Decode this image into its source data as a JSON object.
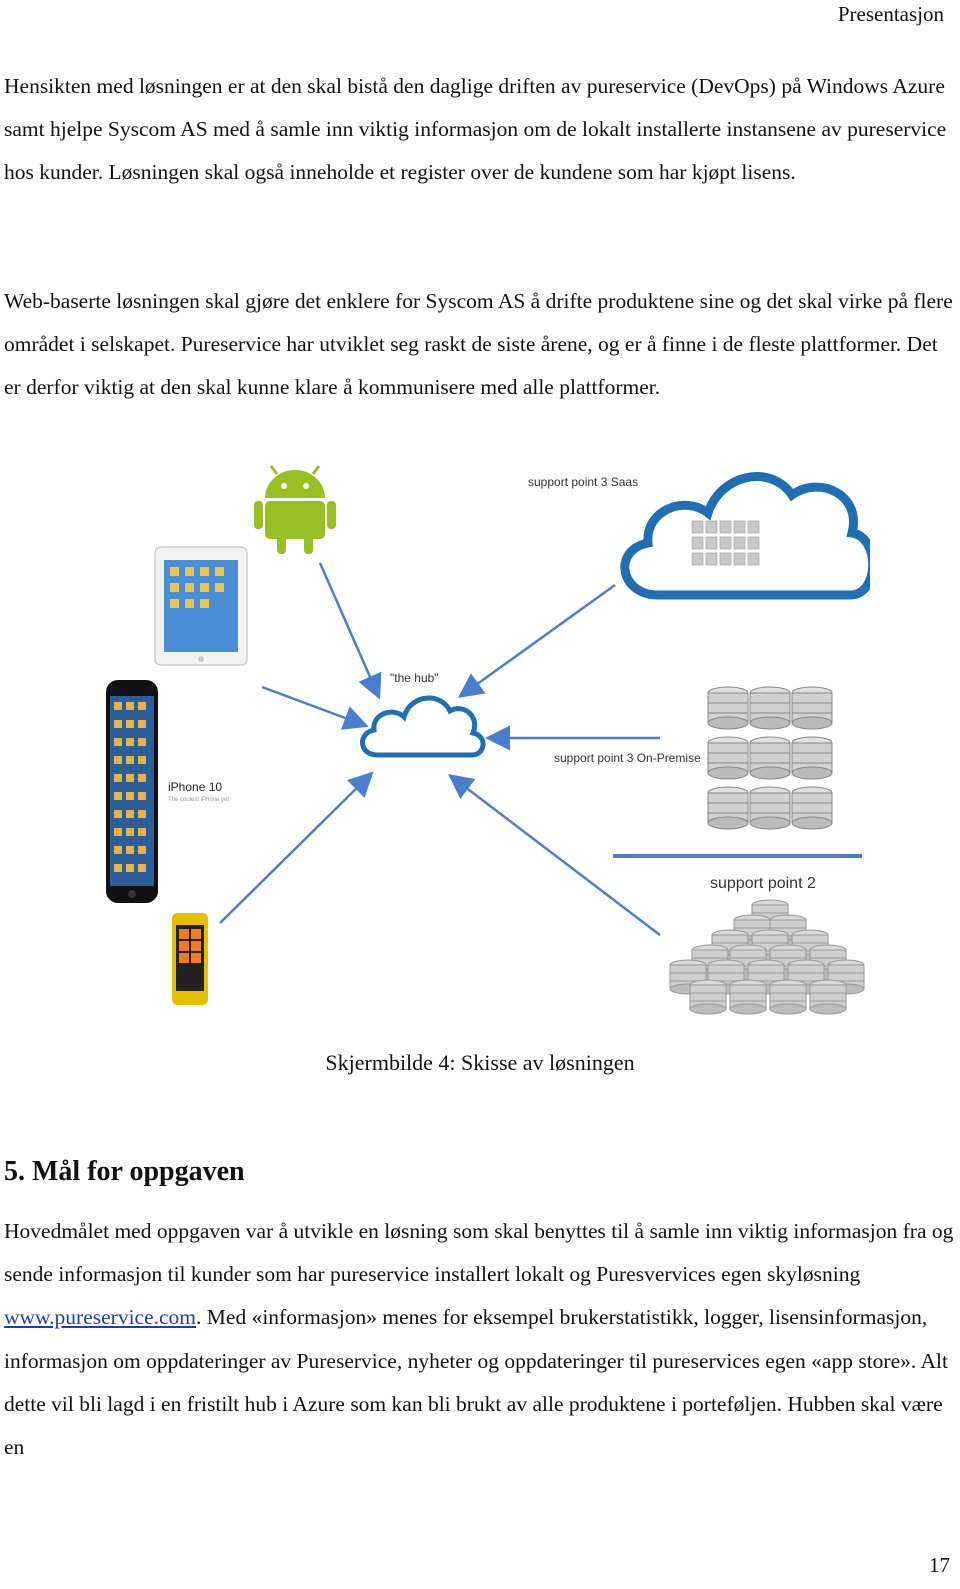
{
  "header": {
    "title": "Presentasjon"
  },
  "paragraphs": {
    "p1": "Hensikten med løsningen er at den skal bistå den daglige driften av pureservice (DevOps) på Windows Azure samt hjelpe Syscom AS med å samle inn viktig informasjon om de lokalt installerte instansene av pureservice hos kunder. Løsningen skal også inneholde et register over de kundene som har kjøpt lisens.",
    "p2": "Web-baserte løsningen skal gjøre det enklere for Syscom AS å drifte produktene sine og det skal virke på flere området i selskapet. Pureservice har utviklet seg raskt de siste årene, og er å finne i de fleste plattformer. Det er derfor viktig at den skal kunne klare å kommunisere med alle plattformer.",
    "p3_before": "Hovedmålet med oppgaven var å utvikle en løsning som skal benyttes til å samle inn viktig informasjon fra og sende informasjon til kunder som har pureservice installert lokalt og Puresvervices egen skyløsning ",
    "p3_link": "www.pureservice.com",
    "p3_after": ". Med «informasjon» menes for eksempel brukerstatistikk, logger, lisensinformasjon, informasjon om oppdateringer av Pureservice, nyheter og oppdateringer til pureservices egen «app store». Alt dette vil bli lagd i en fristilt hub i Azure som kan bli brukt av alle produktene i porteføljen. Hubben skal være en"
  },
  "diagram": {
    "label_saas": "support point 3 Saas",
    "label_hub": "\"the hub\"",
    "label_onprem": "support point 3 On-Premise",
    "label_iphone": "iPhone 10",
    "label_iphone_sub": "The coolest iPhone yet",
    "label_sp2": "support point 2",
    "colors": {
      "cloud": "#1f6fb4",
      "arrow": "#4a7fd0",
      "android": "#97c024"
    }
  },
  "caption": "Skjermbilde 4: Skisse av løsningen",
  "section": {
    "heading": "5. Mål for oppgaven"
  },
  "footer": {
    "page_number": "17"
  }
}
